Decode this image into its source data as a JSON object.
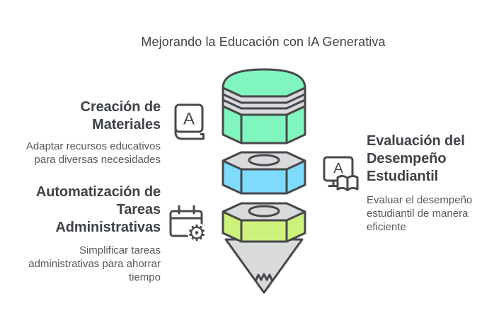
{
  "title": "Mejorando la Educación con IA Generativa",
  "colors": {
    "outline": "#47484b",
    "metal_gray": "#d9dadb",
    "eraser_green": "#80f5be",
    "segment_blue": "#7edbfc",
    "segment_yellow": "#ccf27d",
    "heading_text": "#3f4347",
    "body_text": "#56585c",
    "icon_stroke": "#4a4a4a"
  },
  "sections": [
    {
      "id": "materials",
      "title": "Creación de Materiales",
      "description": "Adaptar recursos educativos para diversas necesidades",
      "icon": "book-with-letter-a",
      "icon_letter": "A"
    },
    {
      "id": "automation",
      "title": "Automatización de Tareas Administrativas",
      "description": "Simplificar tareas administrativas para ahorrar tiempo",
      "icon": "calendar-with-gear",
      "gear_glyph": "⚙"
    },
    {
      "id": "evaluation",
      "title": "Evaluación del Desempeño Estudiantil",
      "description": "Evaluar el desempeño estudiantil de manera eficiente",
      "icon": "screen-with-letter-a-and-open-book",
      "icon_letter": "A"
    }
  ],
  "figure": {
    "type": "pencil-stack",
    "segments": [
      "eraser-cap-green",
      "ferrule-bands-gray",
      "nut-blue",
      "nut-yellow",
      "tip-cone-gray"
    ]
  }
}
